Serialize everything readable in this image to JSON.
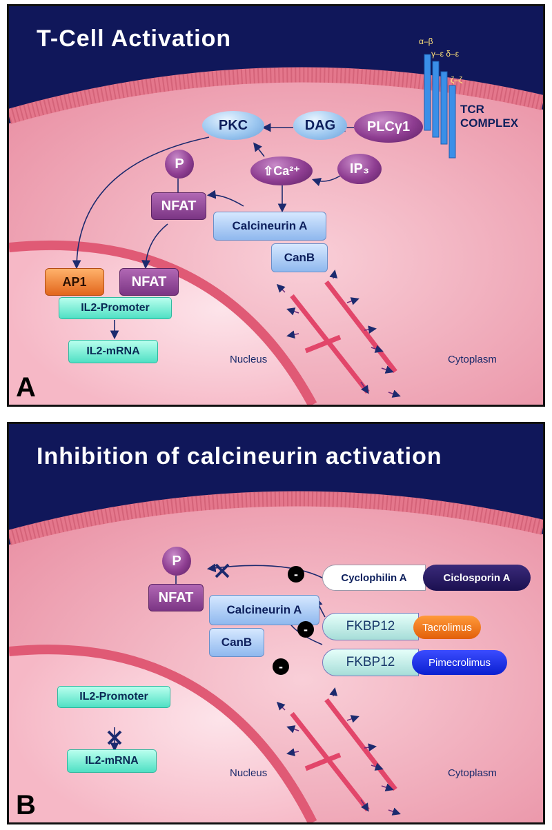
{
  "panel_a": {
    "title": "T-Cell Activation",
    "letter": "A",
    "tcr": {
      "greek_1": "α–β",
      "greek_2": "γ–ε δ–ε",
      "greek_3": "ζ–ζ",
      "label_1": "TCR",
      "label_2": "COMPLEX"
    },
    "nodes": {
      "pkc": "PKC",
      "dag": "DAG",
      "plc": "PLCγ1",
      "p": "P",
      "ca": "⇧Ca²⁺",
      "ip3": "IP₃",
      "nfat_cyto": "NFAT",
      "calcineurin": "Calcineurin A",
      "canb": "CanB",
      "ap1": "AP1",
      "nfat_nucleus": "NFAT",
      "il2_promoter": "IL2-Promoter",
      "il2_mrna": "IL2-mRNA"
    },
    "labels": {
      "nucleus": "Nucleus",
      "cytoplasm": "Cytoplasm"
    }
  },
  "panel_b": {
    "title": "Inhibition of calcineurin activation",
    "letter": "B",
    "nodes": {
      "p": "P",
      "nfat": "NFAT",
      "calcineurin": "Calcineurin A",
      "canb": "CanB",
      "cyclophilin": "Cyclophilin A",
      "ciclosporin": "Ciclosporin A",
      "fkbp_1": "FKBP12",
      "tacrolimus": "Tacrolimus",
      "fkbp_2": "FKBP12",
      "pimecrolimus": "Pimecrolimus",
      "il2_promoter": "IL2-Promoter",
      "il2_mrna": "IL2-mRNA",
      "minus": "-"
    },
    "labels": {
      "nucleus": "Nucleus",
      "cytoplasm": "Cytoplasm"
    }
  },
  "colors": {
    "navy_background": "#10175a",
    "cell_pink": "#f4b6c2",
    "membrane": "#e06c82",
    "nucleus_pink": "#f9c9d3",
    "arrow": "#1c2a6e"
  }
}
